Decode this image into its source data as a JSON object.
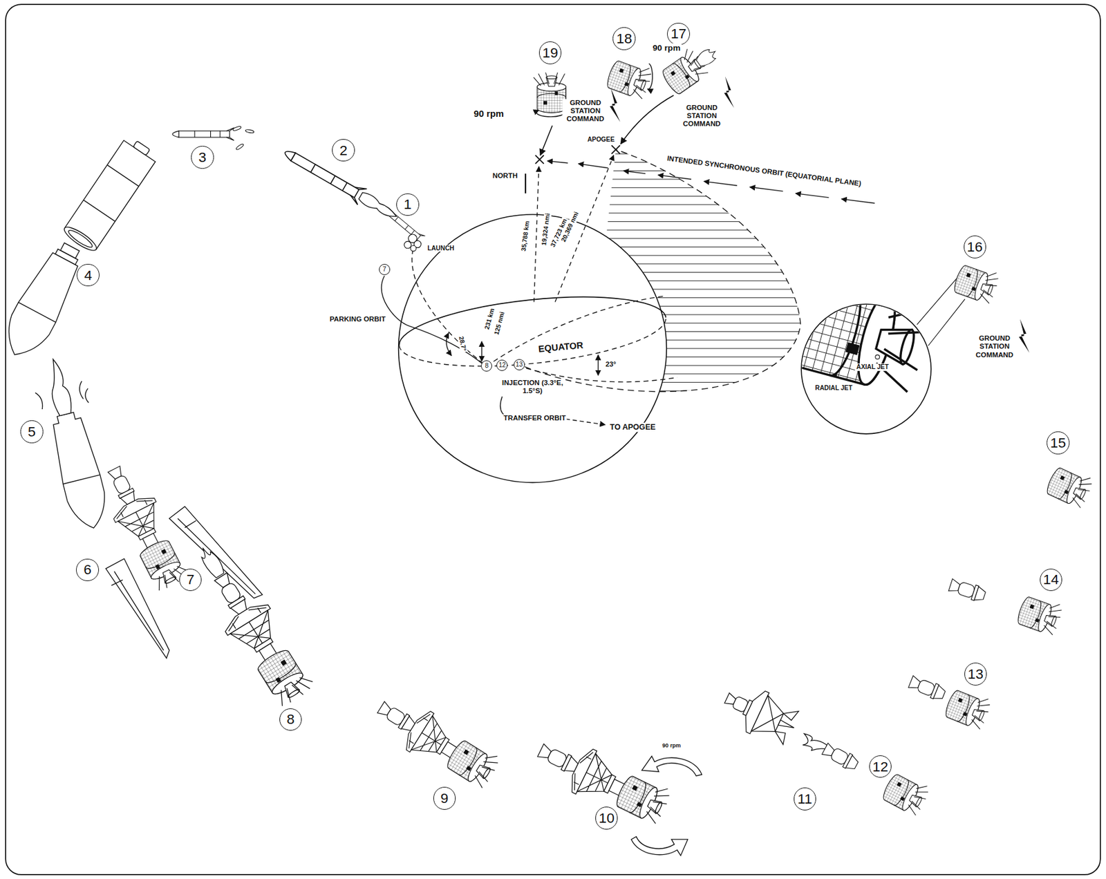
{
  "diagram": {
    "nodes": [
      {
        "text": [
          "19"
        ]
      },
      {
        "text": [
          "18"
        ]
      },
      {
        "text": [
          "17"
        ]
      },
      {
        "text": [
          "3"
        ]
      },
      {
        "text": [
          "2"
        ]
      },
      {
        "text": [
          "1"
        ]
      },
      {
        "text": [
          "4"
        ]
      },
      {
        "text": [
          "16"
        ]
      },
      {
        "text": [
          "7"
        ]
      },
      {
        "text": [
          "8"
        ]
      },
      {
        "text": [
          "12"
        ]
      },
      {
        "text": [
          "13"
        ]
      },
      {
        "text": [
          "5"
        ]
      },
      {
        "text": [
          "15"
        ]
      },
      {
        "text": [
          "6"
        ]
      },
      {
        "text": [
          "7"
        ]
      },
      {
        "text": [
          "14"
        ]
      },
      {
        "text": [
          "13"
        ]
      },
      {
        "text": [
          "8"
        ]
      },
      {
        "text": [
          "12"
        ]
      },
      {
        "text": [
          "11"
        ]
      },
      {
        "text": [
          "9"
        ]
      },
      {
        "text": [
          "10"
        ]
      }
    ],
    "labels": [
      "90 rpm",
      "90 rpm",
      "GROUND STATION COMMAND",
      "GROUND STATION COMMAND",
      "APOGEE",
      "INTENDED SYNCHRONOUS ORBIT (EQUATORIAL PLANE)",
      "NORTH",
      "35,788 km",
      "19,324 nmi",
      "37,723 km",
      "20,369 nmi",
      "LAUNCH",
      "PARKING ORBIT",
      "28.7°",
      "231 km",
      "125 nmi",
      "EQUATOR",
      "23°",
      "INJECTION (3.3°E, 1.5°S)",
      "TRANSFER ORBIT",
      "TO APOGEE",
      "GROUND STATION COMMAND",
      "RADIAL JET",
      "AXIAL JET",
      "90 rpm"
    ]
  }
}
